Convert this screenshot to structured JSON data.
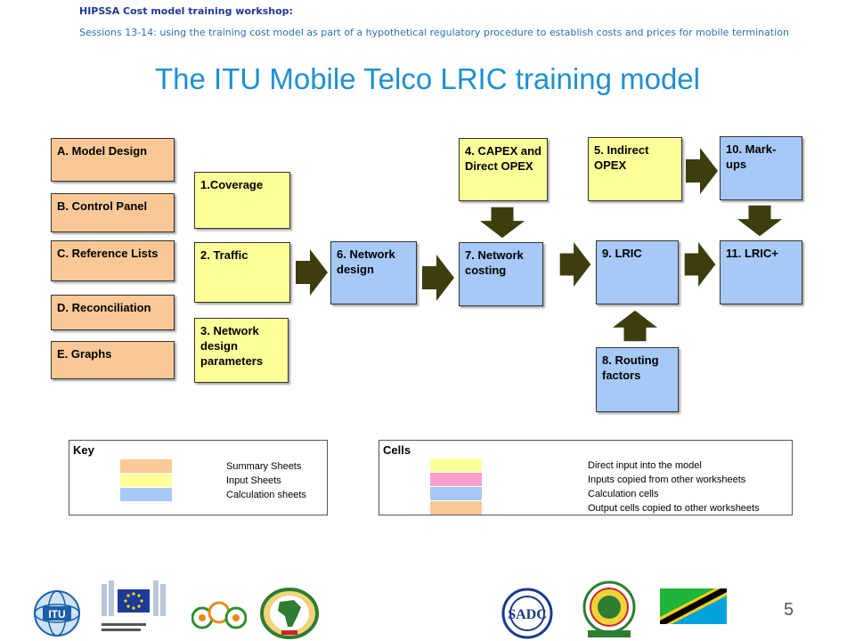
{
  "header": {
    "line1": "HIPSSA Cost model training workshop:",
    "line2": "Sessions 13-14: using the training cost model as part of a hypothetical regulatory procedure to establish costs and prices for mobile termination"
  },
  "title": "The ITU Mobile Telco LRIC training model",
  "boxes": {
    "a": "A.  Model Design",
    "b": "B. Control Panel",
    "c": "C. Reference Lists",
    "d": "D. Reconciliation",
    "e": "E. Graphs",
    "b1": "1.Coverage",
    "b2": "2. Traffic",
    "b3": "3. Network design parameters",
    "b4": "4. CAPEX and Direct OPEX",
    "b5": "5. Indirect OPEX",
    "b6": "6. Network design",
    "b7": "7.  Network costing",
    "b8": "8. Routing factors",
    "b9": "9. LRIC",
    "b10": "10. Mark-ups",
    "b11": "11. LRIC+"
  },
  "key": {
    "title": "Key",
    "items": [
      "Summary Sheets",
      "Input Sheets",
      "Calculation sheets"
    ],
    "colors": [
      "#fac896",
      "#ffff99",
      "#a6c9f7"
    ]
  },
  "cells": {
    "title": "Cells",
    "items": [
      "Direct input into the model",
      "Inputs copied from other worksheets",
      "Calculation cells",
      "Output cells copied to other worksheets"
    ],
    "colors": [
      "#ffff99",
      "#f9a0cf",
      "#a6c9f7",
      "#fac896"
    ]
  },
  "colors": {
    "summary": "#fac896",
    "input": "#ffff99",
    "calculation": "#a6c9f7",
    "arrow": "#3d3d0e"
  },
  "page_number": "5",
  "logos": [
    "itu-logo",
    "european-commission-logo",
    "acp-logo",
    "african-union-logo",
    "sadc-logo",
    "eac-logo",
    "tanzania-flag"
  ]
}
